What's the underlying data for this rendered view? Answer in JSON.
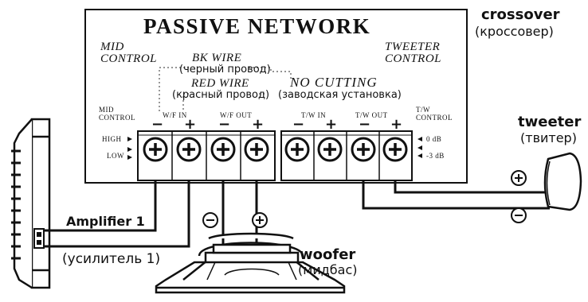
{
  "crossover": {
    "title": "PASSIVE NETWORK",
    "mid_control_left": "MID\nCONTROL",
    "bk_wire": "BK WIRE",
    "bk_wire_ru": "(черный провод)",
    "red_wire": "RED WIRE",
    "red_wire_ru": "(красный провод)",
    "no_cutting": "NO CUTTING",
    "no_cutting_ru": "(заводская установка)",
    "tweeter_control": "TWEETER\nCONTROL",
    "mid_control_small": "MID\nCONTROL",
    "high": "HIGH",
    "low": "LOW",
    "wf_in": "W/F IN",
    "wf_out": "W/F  OUT",
    "tw_in": "T/W  IN",
    "tw_out": "T/W  OUT",
    "tw_control": "T/W\nCONTROL",
    "zero_db": "0 dB",
    "minus3_db": "-3 dB",
    "minus": "−",
    "plus": "+"
  },
  "labels": {
    "crossover": "crossover",
    "crossover_ru": "(кроссовер)",
    "tweeter": "tweeter",
    "tweeter_ru": "(твитер)",
    "amplifier": "Amplifier 1",
    "amplifier_ru": "(усилитель 1)",
    "woofer": "woofer",
    "woofer_ru": "(мидбас)"
  },
  "colors": {
    "ink": "#111111",
    "paper": "#ffffff",
    "dotted": "#555555"
  }
}
